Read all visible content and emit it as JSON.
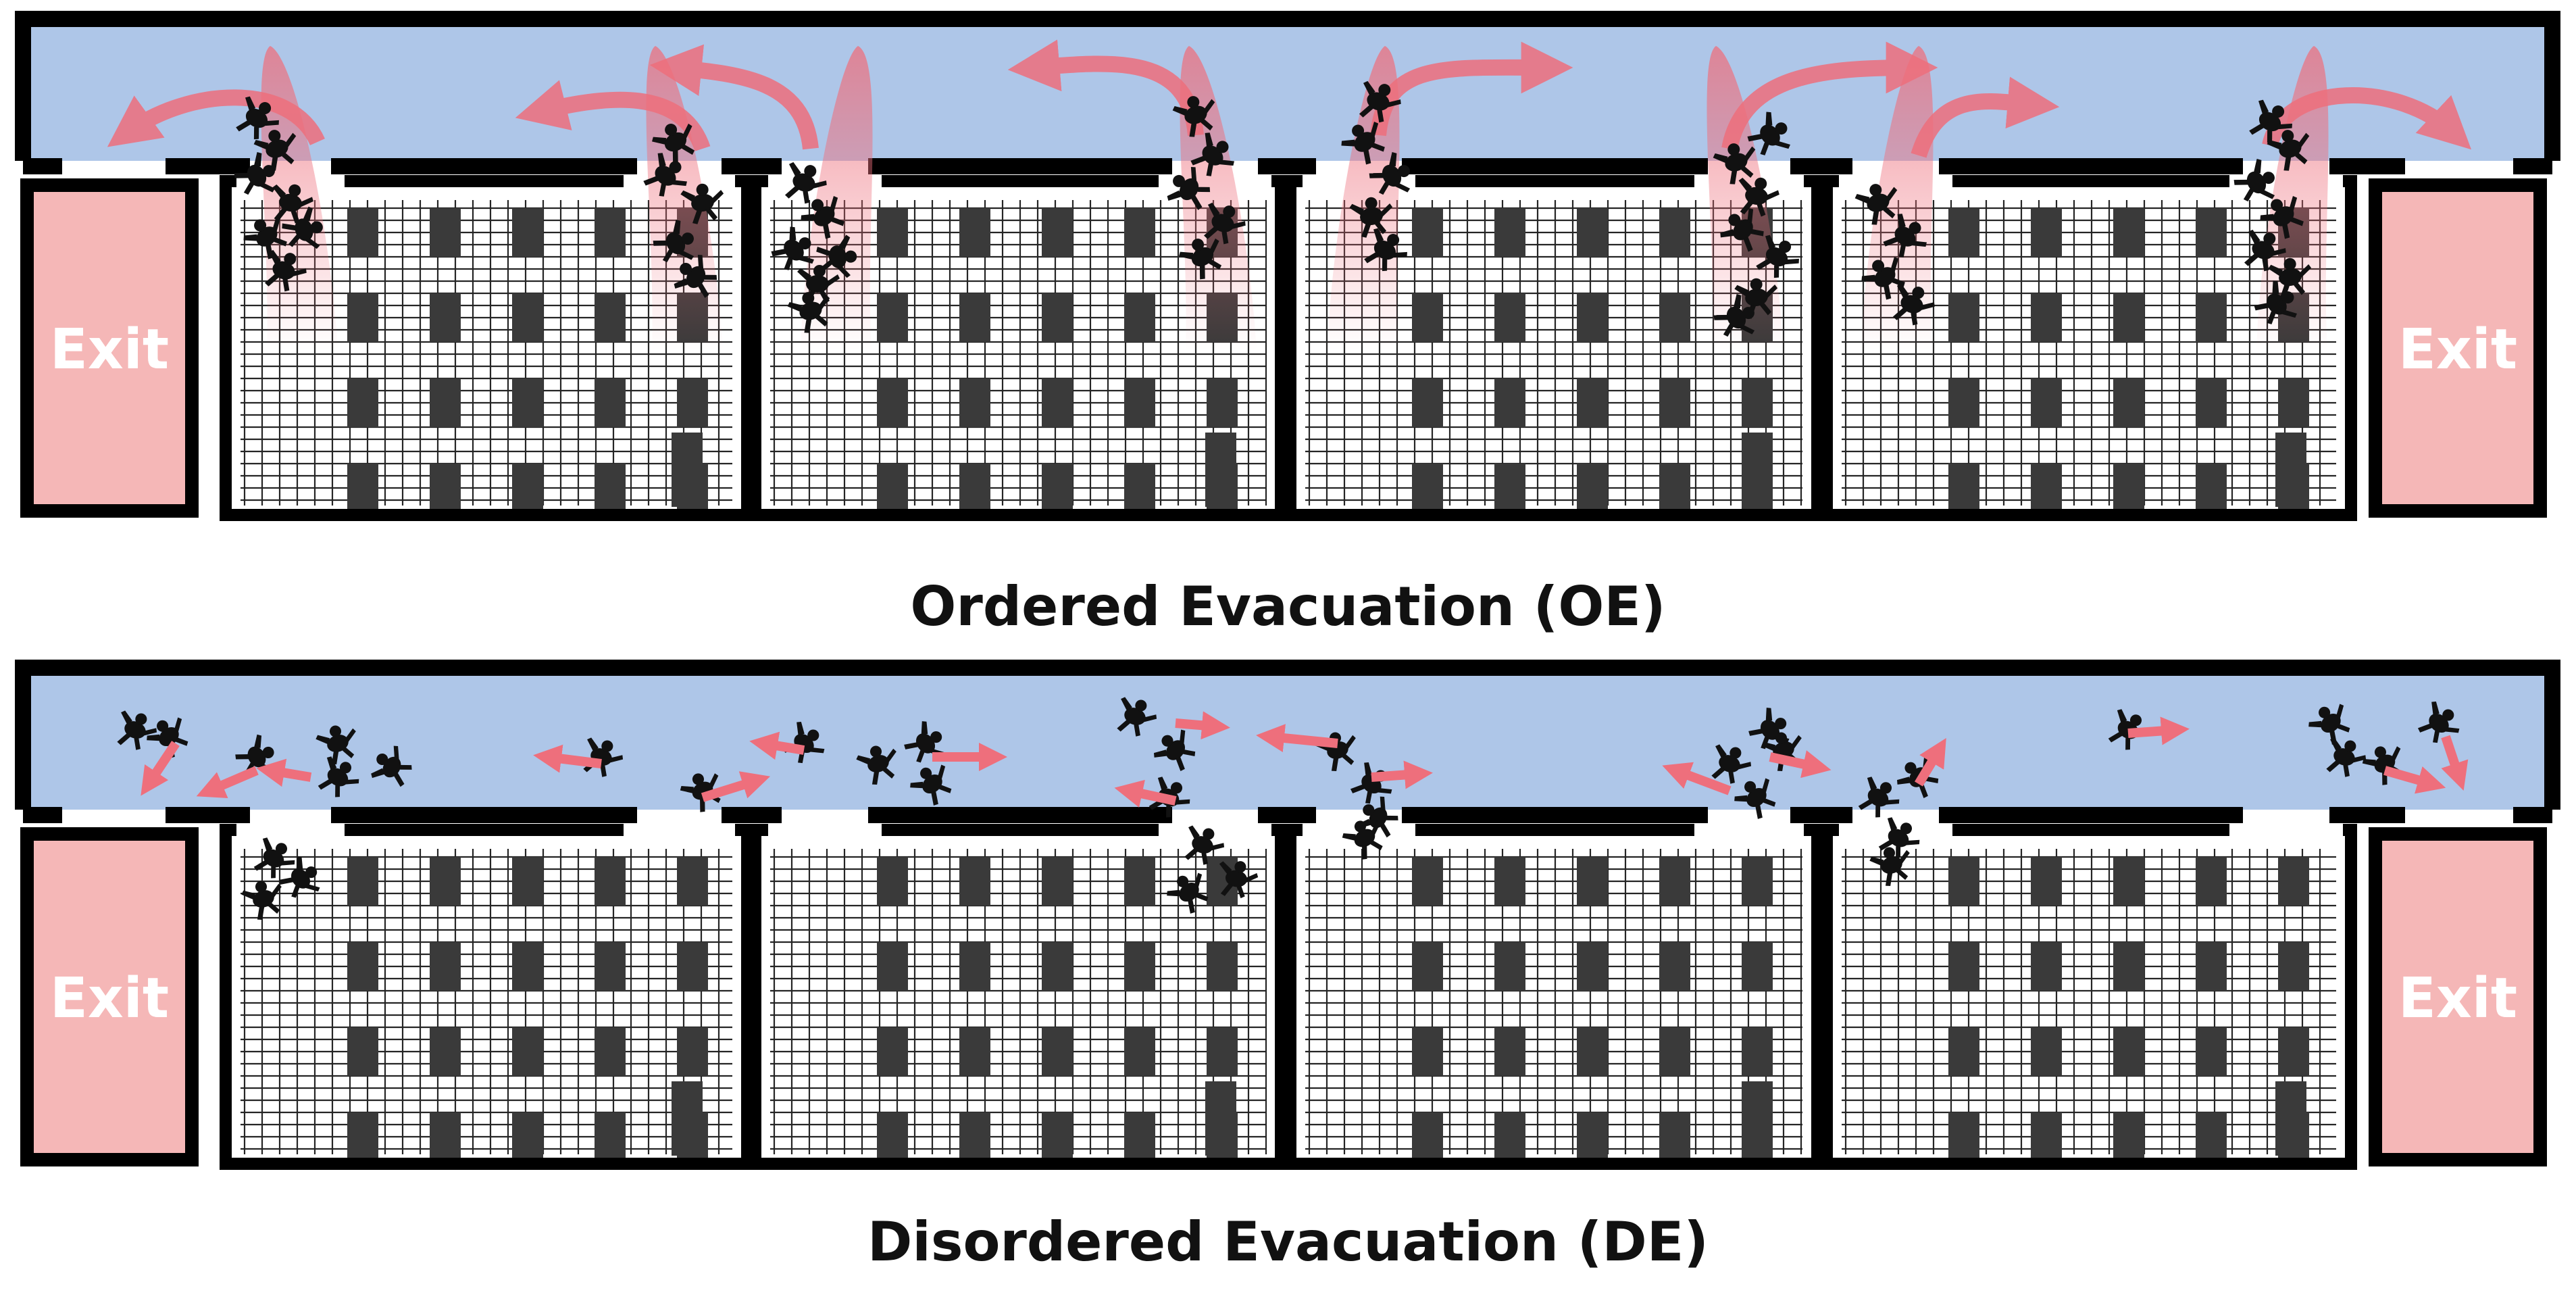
{
  "panels": [
    {
      "key": "oe",
      "caption": "Ordered Evacuation (OE)",
      "mode": "ordered"
    },
    {
      "key": "de",
      "caption": "Disordered Evacuation (DE)",
      "mode": "disordered"
    }
  ],
  "exit_label": "Exit",
  "colors": {
    "corridor": "#aec6e8",
    "exit_room": "#f5b7b7",
    "flow_arrow": "#ee6f7c",
    "wall": "#000000",
    "desk": "#3a3a3a",
    "gridline": "#000000",
    "person": "#111111"
  },
  "icons": [
    "person-icon",
    "flow-arrow-icon",
    "direction-arrow-icon",
    "desk-block"
  ]
}
